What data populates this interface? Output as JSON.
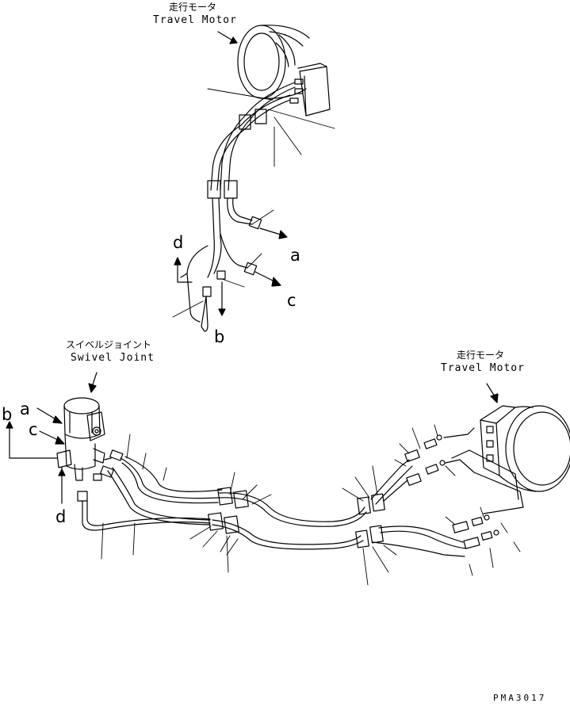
{
  "labels": {
    "motor_top_jp": "走行モータ",
    "motor_top_en": "Travel Motor",
    "swivel_jp": "スイベルジョイント",
    "swivel_en": "Swivel Joint",
    "motor_right_jp": "走行モータ",
    "motor_right_en": "Travel Motor"
  },
  "connection_markers": {
    "upper_a": "a",
    "upper_c": "c",
    "upper_d": "d",
    "upper_b": "b",
    "lower_a": "a",
    "lower_b": "b",
    "lower_c": "c",
    "lower_d": "d"
  },
  "drawing_code": "PMA3017"
}
